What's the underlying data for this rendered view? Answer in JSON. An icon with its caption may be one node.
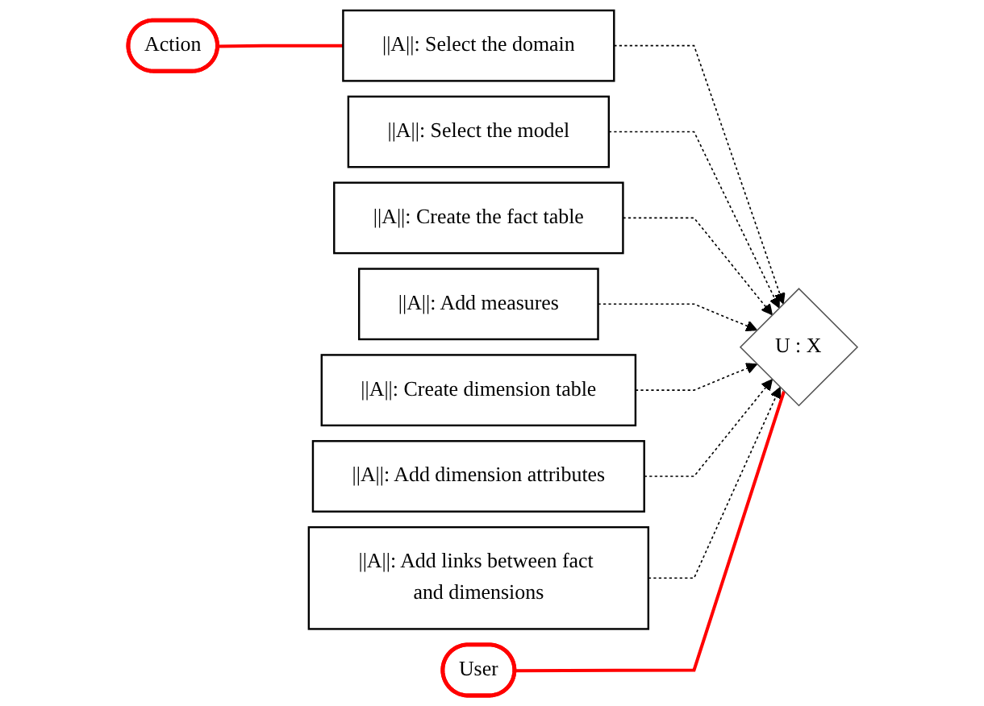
{
  "diagram": {
    "nodes": [
      {
        "text": [
          "||A||: Select the domain"
        ]
      },
      {
        "text": [
          "||A||: Select the model"
        ]
      },
      {
        "text": [
          "||A||: Create the fact table"
        ]
      },
      {
        "text": [
          "||A||: Add measures"
        ]
      },
      {
        "text": [
          "||A||: Create dimension table"
        ]
      },
      {
        "text": [
          "||A||: Add dimension attributes"
        ]
      },
      {
        "text": [
          "||A||: Add links between fact and dimensions"
        ]
      },
      {
        "text": [
          "Action"
        ]
      },
      {
        "text": [
          "U : X"
        ]
      },
      {
        "text": [
          "User"
        ]
      }
    ],
    "edges": [
      {
        "from": 0,
        "to": 8,
        "arrow": "to",
        "style": "dashed"
      },
      {
        "from": 1,
        "to": 8,
        "arrow": "to",
        "style": "dashed"
      },
      {
        "from": 2,
        "to": 8,
        "arrow": "to",
        "style": "dashed"
      },
      {
        "from": 3,
        "to": 8,
        "arrow": "to",
        "style": "dashed"
      },
      {
        "from": 4,
        "to": 8,
        "arrow": "to",
        "style": "dashed"
      },
      {
        "from": 5,
        "to": 8,
        "arrow": "to",
        "style": "dashed"
      },
      {
        "from": 6,
        "to": 8,
        "arrow": "to",
        "style": "dashed"
      },
      {
        "from": 7,
        "to": 0,
        "arrow": "none",
        "color": "#ff0000"
      },
      {
        "from": 9,
        "to": 8,
        "arrow": "none",
        "color": "#ff0000"
      }
    ]
  }
}
